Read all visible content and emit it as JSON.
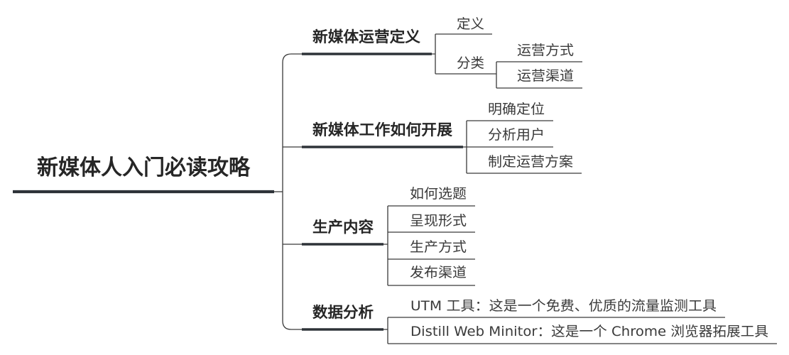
{
  "mindmap": {
    "root": {
      "title": "新媒体人入门必读攻略"
    },
    "branches": [
      {
        "title": "新媒体运营定义",
        "leaves": [
          {
            "label": "定义"
          },
          {
            "label": "分类",
            "children": [
              {
                "label": "运营方式"
              },
              {
                "label": "运营渠道"
              }
            ]
          }
        ]
      },
      {
        "title": "新媒体工作如何开展",
        "leaves": [
          {
            "label": "明确定位"
          },
          {
            "label": "分析用户"
          },
          {
            "label": "制定运营方案"
          }
        ]
      },
      {
        "title": "生产内容",
        "leaves": [
          {
            "label": "如何选题"
          },
          {
            "label": "呈现形式"
          },
          {
            "label": "生产方式"
          },
          {
            "label": "发布渠道"
          }
        ]
      },
      {
        "title": "数据分析",
        "leaves": [
          {
            "label": "UTM 工具：这是一个免费、优质的流量监测工具"
          },
          {
            "label": "Distill Web Minitor：这是一个 Chrome 浏览器拓展工具"
          }
        ]
      }
    ]
  },
  "colors": {
    "line": "#3a3a3a",
    "heading_text": "#262626",
    "leaf_text": "#3a3a3a",
    "background": "#ffffff"
  }
}
